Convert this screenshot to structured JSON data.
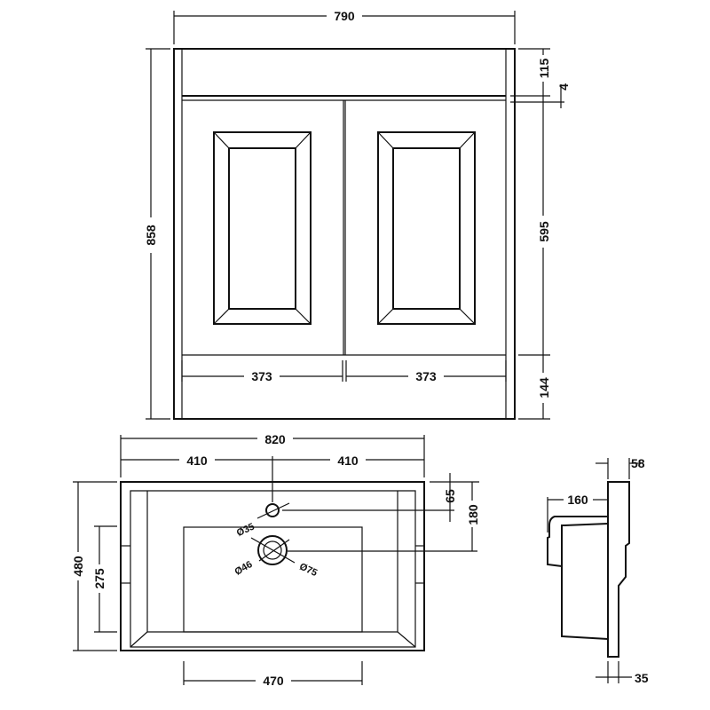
{
  "drawing": {
    "front_view": {
      "overall_width": "790",
      "overall_height": "858",
      "top_rail_height": "115",
      "gap": "4",
      "door_height": "595",
      "plinth_height": "144",
      "door_width_left": "373",
      "door_width_right": "373"
    },
    "basin_top_view": {
      "overall_width": "820",
      "half_width_left": "410",
      "half_width_right": "410",
      "tap_hole_offset": "65",
      "waste_offset": "180",
      "overall_depth": "480",
      "bowl_depth": "275",
      "bowl_width": "470",
      "tap_hole_diameter": "Ø35",
      "waste_inner_diameter": "Ø46",
      "waste_outer_diameter": "Ø75"
    },
    "side_view": {
      "top_thickness": "58",
      "bowl_projection": "160",
      "base_thickness": "35"
    }
  }
}
